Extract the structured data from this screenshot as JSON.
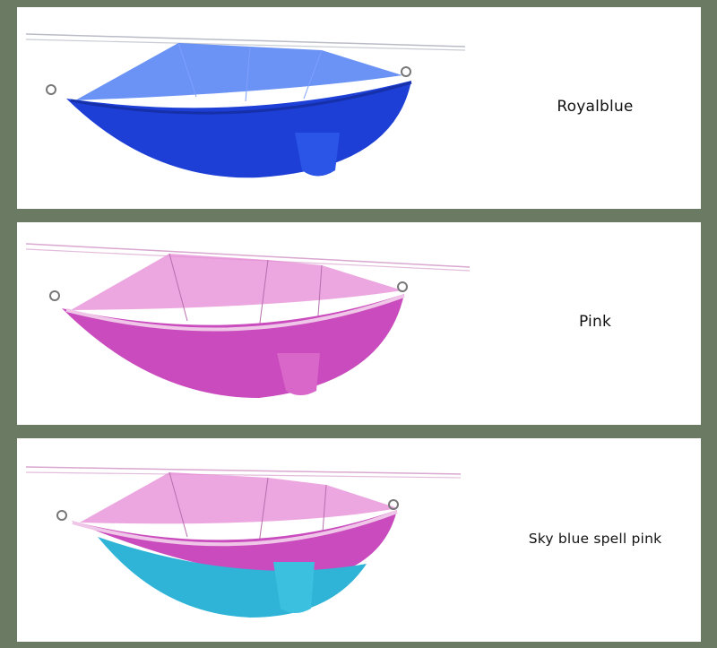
{
  "background_color": "#6b7a62",
  "variants": [
    {
      "label": "Royalblue",
      "canopy_color": "#3a6ff2",
      "body_color": "#1d3fd6",
      "lower_color": "#1d3fd6",
      "pouch_color": "#2a55e6"
    },
    {
      "label": "Pink",
      "canopy_color": "#e68ad6",
      "body_color": "#c94bbd",
      "lower_color": "#c94bbd",
      "pouch_color": "#d867c9"
    },
    {
      "label": "Sky blue spell pink",
      "canopy_color": "#e68ad6",
      "body_color": "#c94bbd",
      "lower_color": "#2fb4d8",
      "pouch_color": "#3cc0e0"
    }
  ]
}
